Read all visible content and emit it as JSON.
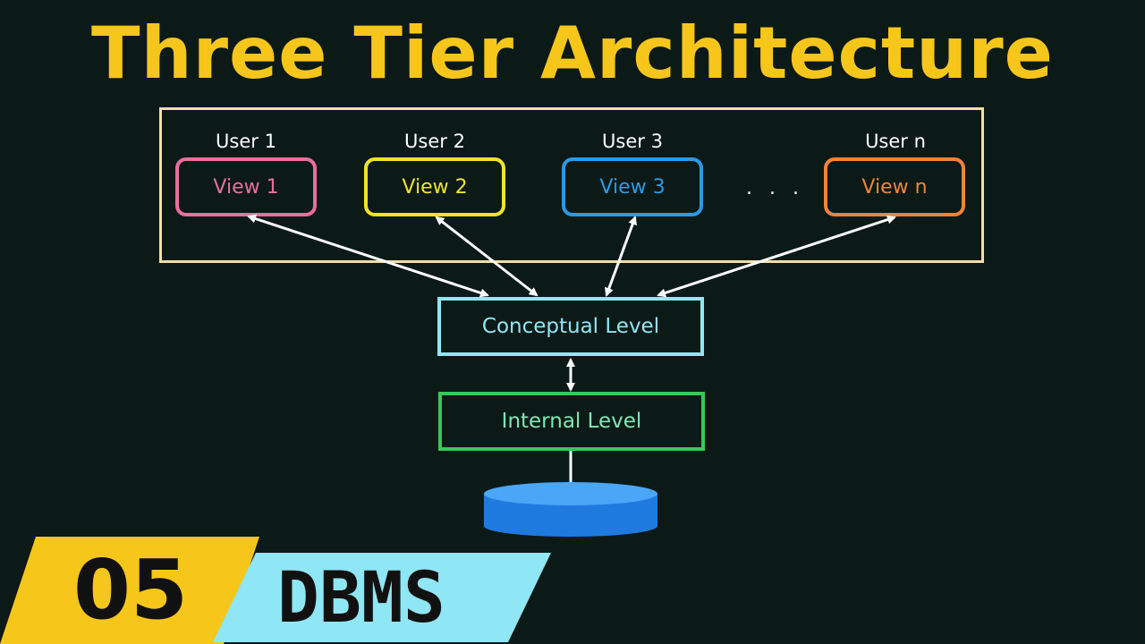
{
  "title": "Three Tier Architecture",
  "users": [
    {
      "user": "User 1",
      "view": "View 1",
      "color": "#e86f9f"
    },
    {
      "user": "User 2",
      "view": "View 2",
      "color": "#f2e22a"
    },
    {
      "user": "User 3",
      "view": "View 3",
      "color": "#2a9ae6"
    },
    {
      "user": "User n",
      "view": "View n",
      "color": "#f0843a"
    }
  ],
  "ellipsis": ". . .",
  "conceptual": {
    "label": "Conceptual Level",
    "color": "#8fe6f5"
  },
  "internal": {
    "label": "Internal Level",
    "color": "#35c95a",
    "text_color": "#7fe8b4"
  },
  "database_color": "#1f7ae0",
  "badge": {
    "number": "05",
    "subject": "DBMS",
    "number_color": "#f7c61a",
    "subject_color": "#8fe6f5"
  }
}
